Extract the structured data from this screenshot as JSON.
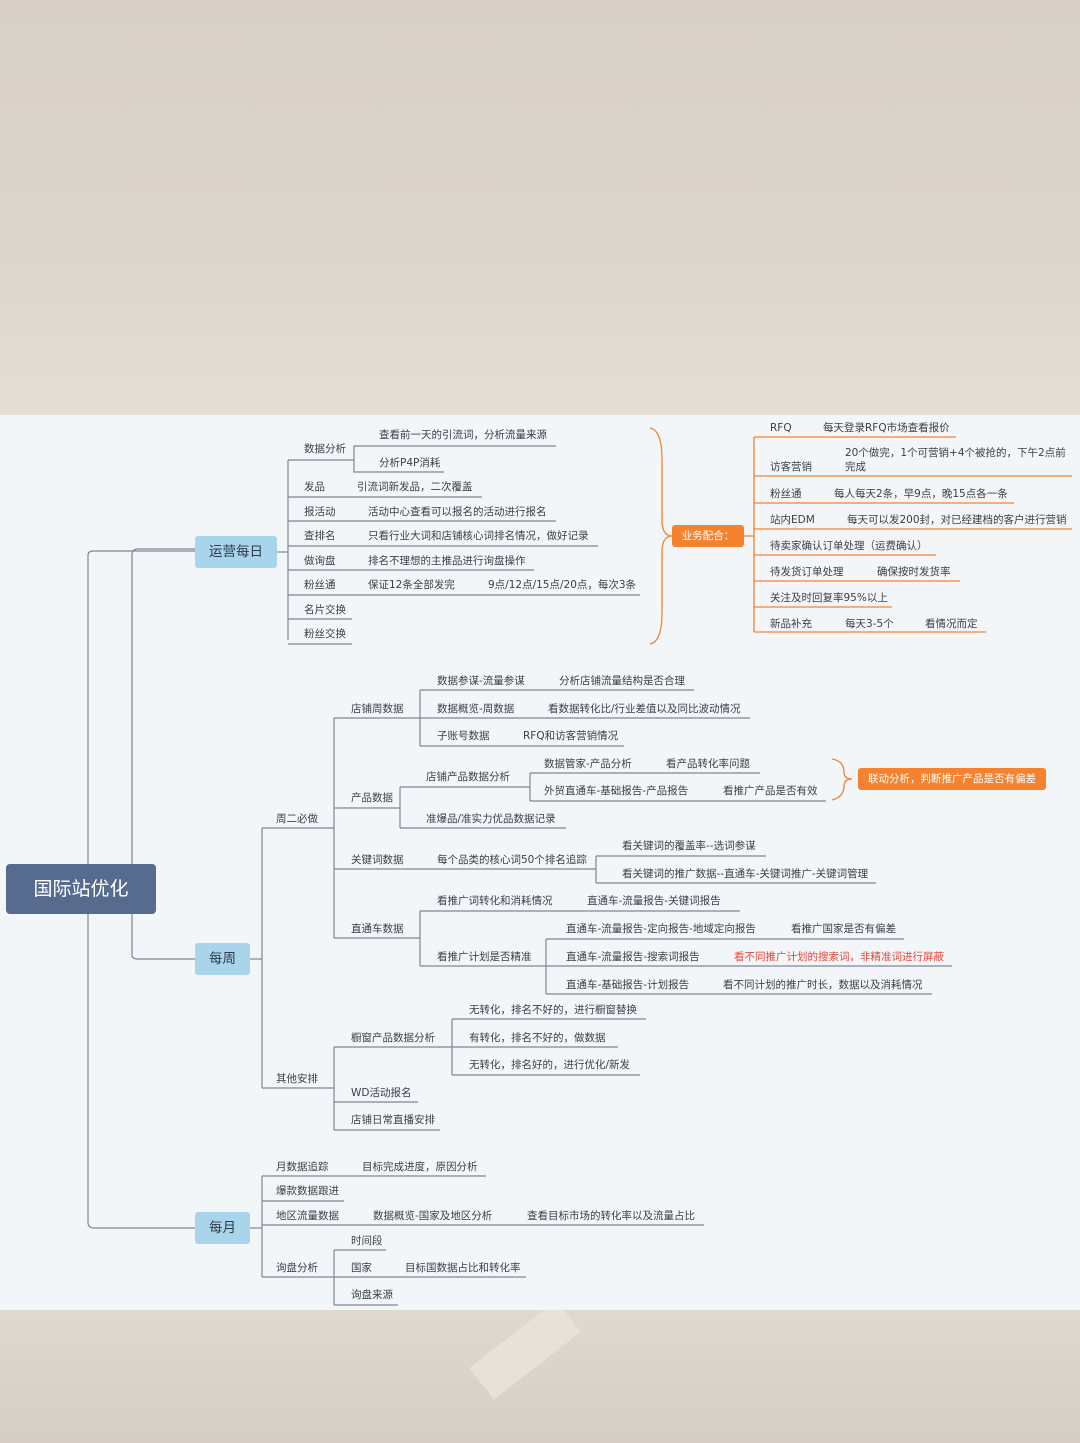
{
  "root": "国际站优化",
  "daily": {
    "title": "运营每日",
    "data_analysis": "数据分析",
    "data_analysis_1": "查看前一天的引流词，分析流量来源",
    "data_analysis_2": "分析P4P消耗",
    "fapin": "发品",
    "fapin_1": "引流词新发品，二次覆盖",
    "baohuodong": "报活动",
    "baohuodong_1": "活动中心查看可以报名的活动进行报名",
    "chapaiming": "查排名",
    "chapaiming_1": "只看行业大词和店铺核心词排名情况，做好记录",
    "zuoxunpan": "做询盘",
    "zuoxunpan_1": "排名不理想的主推品进行询盘操作",
    "fensitong": "粉丝通",
    "fensitong_1": "保证12条全部发完",
    "fensitong_2": "9点/12点/15点/20点，每次3条",
    "mingpian": "名片交换",
    "fensijiaohuan": "粉丝交换"
  },
  "business": {
    "title": "业务配合：",
    "rfq": "RFQ",
    "rfq_1": "每天登录RFQ市场查看报价",
    "fangke": "访客营销",
    "fangke_1": "20个做完，1个可营销+4个被抢的，下午2点前完成",
    "fensitong": "粉丝通",
    "fensitong_1": "每人每天2条，早9点，晚15点各一条",
    "edm": "站内EDM",
    "edm_1": "每天可以发200封，对已经建档的客户进行营销",
    "dqr": "待卖家确认订单处理（运费确认）",
    "dfh": "待发货订单处理",
    "dfh_1": "确保按时发货率",
    "huifu": "关注及时回复率95%以上",
    "xinpin": "新品补充",
    "xinpin_1": "每天3-5个",
    "xinpin_2": "看情况而定"
  },
  "weekly": {
    "title": "每周",
    "tuesday": "周二必做",
    "shop_week": "店铺周数据",
    "sw_1": "数据参谋-流量参谋",
    "sw_1a": "分析店铺流量结构是否合理",
    "sw_2": "数据概览-周数据",
    "sw_2a": "看数据转化比/行业差值以及同比波动情况",
    "sw_3": "子账号数据",
    "sw_3a": "RFQ和访客营销情况",
    "product": "产品数据",
    "pd_1": "店铺产品数据分析",
    "pd_1a": "数据管家-产品分析",
    "pd_1a1": "看产品转化率问题",
    "pd_1b": "外贸直通车-基础报告-产品报告",
    "pd_1b1": "看推广产品是否有效",
    "pd_2": "准爆品/准实力优品数据记录",
    "linkage": "联动分析，判断推广产品是否有偏差",
    "keyword": "关键词数据",
    "kw_1": "每个品类的核心词50个排名追踪",
    "kw_1a": "看关键词的覆盖率--选词参谋",
    "kw_1b": "看关键词的推广数据--直通车-关键词推广-关键词管理",
    "ztc": "直通车数据",
    "ztc_1": "看推广词转化和消耗情况",
    "ztc_1a": "直通车-流量报告-关键词报告",
    "ztc_2": "看推广计划是否精准",
    "ztc_2a": "直通车-流量报告-定向报告-地域定向报告",
    "ztc_2a1": "看推广国家是否有偏差",
    "ztc_2b": "直通车-流量报告-搜索词报告",
    "ztc_2b1": "看不同推广计划的搜索词，非精准词进行屏蔽",
    "ztc_2c": "直通车-基础报告-计划报告",
    "ztc_2c1": "看不同计划的推广时长，数据以及消耗情况",
    "other": "其他安排",
    "window": "橱窗产品数据分析",
    "win_1": "无转化，排名不好的，进行橱窗替换",
    "win_2": "有转化，排名不好的，做数据",
    "win_3": "无转化，排名好的，进行优化/新发",
    "wd": "WD活动报名",
    "live": "店铺日常直播安排"
  },
  "monthly": {
    "title": "每月",
    "track": "月数据追踪",
    "track_1": "目标完成进度，原因分析",
    "hot": "爆款数据跟进",
    "region": "地区流量数据",
    "region_1": "数据概览-国家及地区分析",
    "region_2": "查看目标市场的转化率以及流量占比",
    "inquiry": "询盘分析",
    "inq_1": "时间段",
    "inq_2": "国家",
    "inq_2a": "目标国数据占比和转化率",
    "inq_3": "询盘来源"
  },
  "colors": {
    "accent": "#f4822f",
    "node_blue": "#a9d5ec",
    "root": "#566b8d",
    "line": "#7d8796",
    "red_text": "#e8473a"
  }
}
